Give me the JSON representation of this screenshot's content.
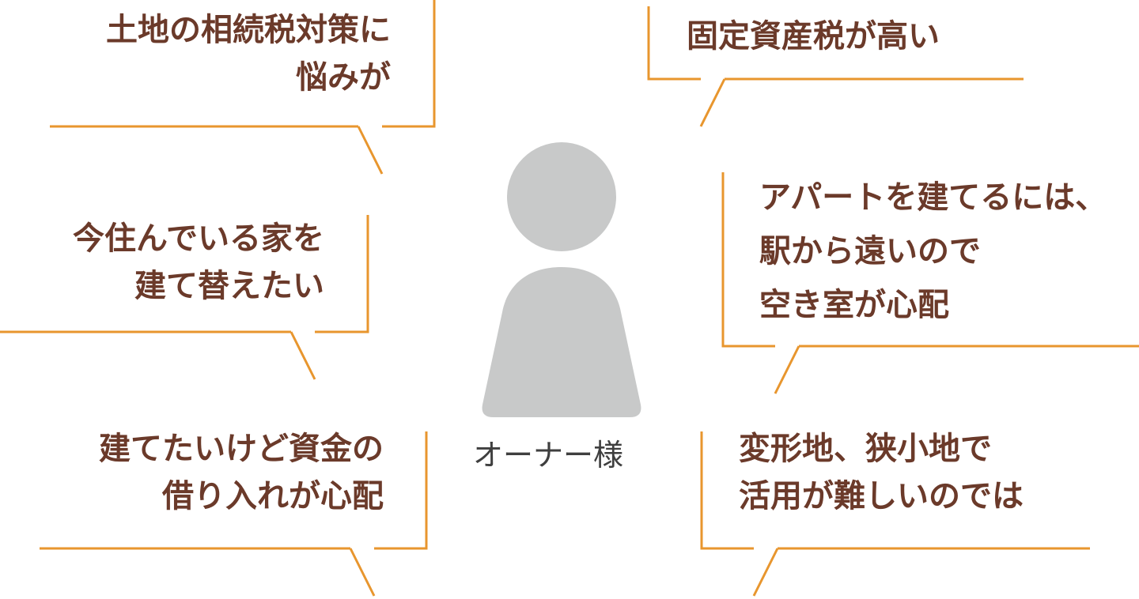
{
  "colors": {
    "accent_line": "#e8962e",
    "bubble_text": "#6b3a2a",
    "person_icon": "#c8c9c9",
    "owner_label": "#3f3f3f"
  },
  "center": {
    "icon": "person-silhouette-icon",
    "label": "オーナー様"
  },
  "bubbles": [
    {
      "id": "inheritance-tax",
      "lines": [
        "土地の相続税対策に",
        "悩みが"
      ]
    },
    {
      "id": "fixed-asset-tax",
      "lines": [
        "固定資産税が高い"
      ]
    },
    {
      "id": "rebuild-house",
      "lines": [
        "今住んでいる家を",
        "建て替えたい"
      ]
    },
    {
      "id": "apartment-vacancy",
      "lines": [
        "アパートを建てるには、",
        "駅から遠いので",
        "空き室が心配"
      ]
    },
    {
      "id": "loan-worry",
      "lines": [
        "建てたいけど資金の",
        "借り入れが心配"
      ]
    },
    {
      "id": "irregular-land",
      "lines": [
        "変形地、狭小地で",
        "活用が難しいのでは"
      ]
    }
  ]
}
